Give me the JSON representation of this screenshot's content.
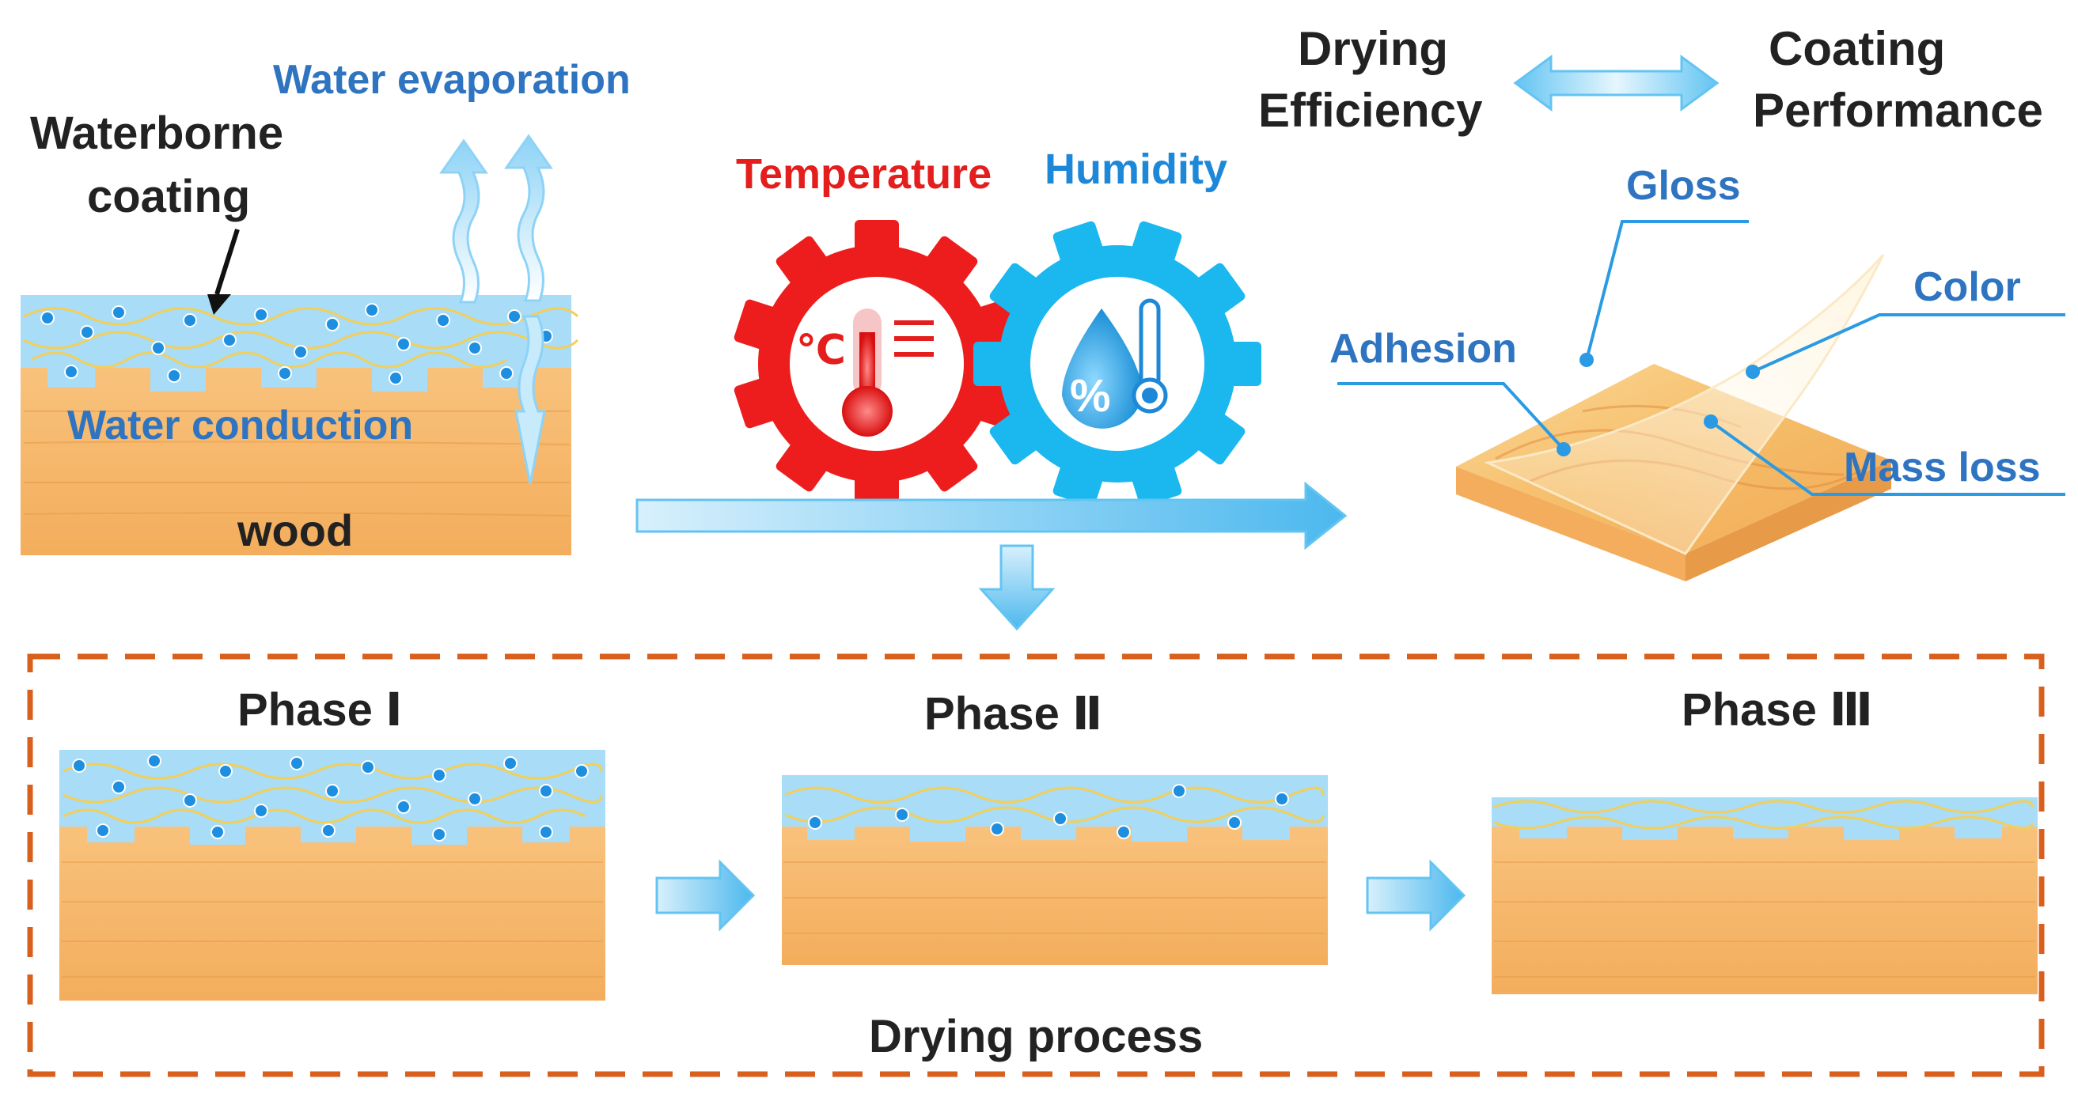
{
  "labels": {
    "water_evaporation": "Water evaporation",
    "waterborne_coating_line1": "Waterborne",
    "waterborne_coating_line2": "coating",
    "water_conduction": "Water conduction",
    "wood": "wood",
    "temperature": "Temperature",
    "humidity": "Humidity",
    "celsius_symbol": "℃",
    "percent_symbol": "%",
    "drying_efficiency_line1": "Drying",
    "drying_efficiency_line2": "Efficiency",
    "coating_performance_line1": "Coating",
    "coating_performance_line2": "Performance",
    "gloss": "Gloss",
    "color": "Color",
    "adhesion": "Adhesion",
    "mass_loss": "Mass loss",
    "phase_1": "Phase Ⅰ",
    "phase_2": "Phase Ⅱ",
    "phase_3": "Phase Ⅲ",
    "drying_process": "Drying process"
  },
  "colors": {
    "label_blue": "#2e74c0",
    "temperature_red": "#e41d1d",
    "humidity_blue": "#1e88d8",
    "gear_red": "#ee1d1d",
    "gear_cyan": "#1bb7ef",
    "coating_blue": "#a8dcf7",
    "wood_orange": "#f6b86a",
    "dash_orange": "#d9601c",
    "arrow_blue": "#63c4f2",
    "text_dark": "#222222"
  }
}
